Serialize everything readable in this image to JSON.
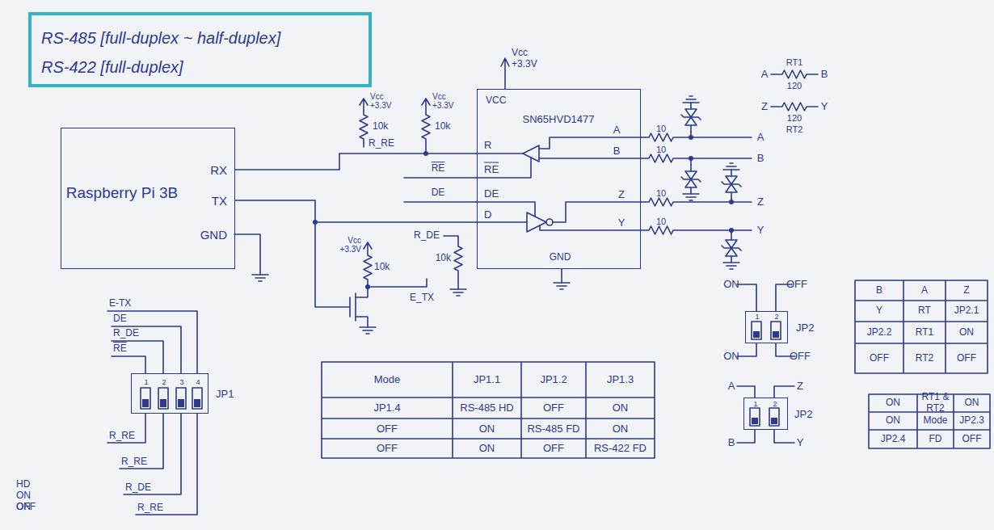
{
  "diagram": {
    "nodes": [
      {
        "text": [
          "RS-485 [full-duplex ~ half-duplex]",
          "RS-422 [full-duplex]"
        ]
      },
      {
        "text": [
          "Raspberry Pi 3B",
          "RX",
          "TX",
          "GND"
        ]
      },
      {
        "text": [
          "VCC",
          "SN65HVD1477",
          "R",
          "RE",
          "DE",
          "D",
          "A",
          "B",
          "Z",
          "Y",
          "GND"
        ]
      },
      {
        "text": [
          "JP1",
          "1",
          "2",
          "3",
          "4"
        ]
      },
      {
        "text": [
          "JP2",
          "1",
          "2"
        ]
      },
      {
        "text": [
          "JP2",
          "1",
          "2"
        ]
      }
    ],
    "edges": [
      {
        "from": 1,
        "to": 2,
        "arrow": "none"
      },
      {
        "from": 1,
        "to": 2,
        "arrow": "none"
      }
    ],
    "labels": [
      "Vcc",
      "+3.3V",
      "Vcc",
      "+3.3V",
      "10k",
      "R_RE",
      "Vcc",
      "+3.3V",
      "10k",
      "RE",
      "DE",
      "Vcc",
      "+3.3V",
      "10k",
      "E_TX",
      "R_DE",
      "10k",
      "10",
      "10",
      "10",
      "10",
      "A",
      "B",
      "Z",
      "Y",
      "A",
      "RT1",
      "120",
      "B",
      "Z",
      "120",
      "RT2",
      "Y",
      "E-TX",
      "DE",
      "R_DE",
      "RE",
      "R_RE",
      "R_RE",
      "R_DE",
      "R_RE",
      "Mode",
      "JP1.1",
      "JP1.2",
      "JP1.3",
      "JP1.4",
      "RS-485 HD",
      "OFF",
      "ON",
      "OFF",
      "ON",
      "RS-485 FD",
      "ON",
      "OFF",
      "ON",
      "OFF",
      "RS-422 FD",
      "ON",
      "OFF",
      "ON",
      "OFF",
      "A",
      "Z",
      "B",
      "Y",
      "B",
      "A",
      "Z",
      "Y",
      "RT",
      "JP2.1",
      "JP2.2",
      "RT1",
      "ON",
      "OFF",
      "RT2",
      "OFF",
      "ON",
      "RT1 & RT2",
      "ON",
      "ON",
      "Mode",
      "JP2.3",
      "JP2.4",
      "FD",
      "OFF",
      "OFF",
      "HD",
      "ON",
      "ON"
    ]
  }
}
